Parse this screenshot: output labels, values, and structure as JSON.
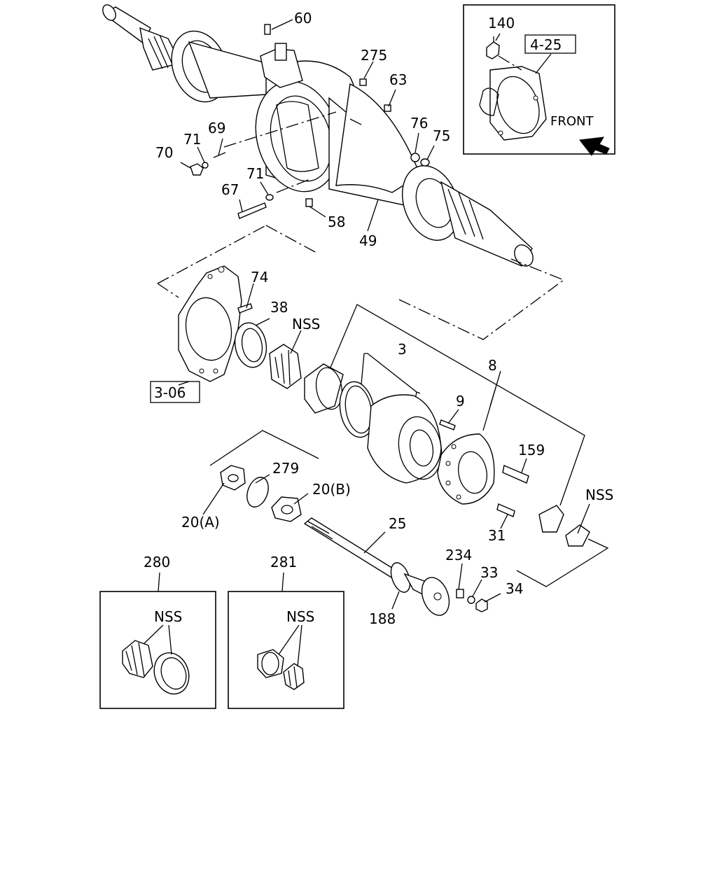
{
  "labels": {
    "p60": "60",
    "p275": "275",
    "p63": "63",
    "p69": "69",
    "p71a": "71",
    "p70": "70",
    "p76": "76",
    "p75": "75",
    "p71b": "71",
    "p67": "67",
    "p58": "58",
    "p49": "49",
    "p140": "140",
    "p74": "74",
    "p38": "38",
    "nss1": "NSS",
    "p3": "3",
    "p8": "8",
    "p9": "9",
    "p159": "159",
    "nss2": "NSS",
    "p279": "279",
    "p20b": "20(B)",
    "p20a": "20(A)",
    "p25": "25",
    "p31": "31",
    "p234": "234",
    "p33": "33",
    "p34": "34",
    "p188": "188",
    "p280": "280",
    "p281": "281",
    "nss3": "NSS",
    "nss4": "NSS"
  },
  "refs": {
    "ref425": "4-25",
    "ref306": "3-06"
  },
  "inset": {
    "front": "FRONT"
  }
}
